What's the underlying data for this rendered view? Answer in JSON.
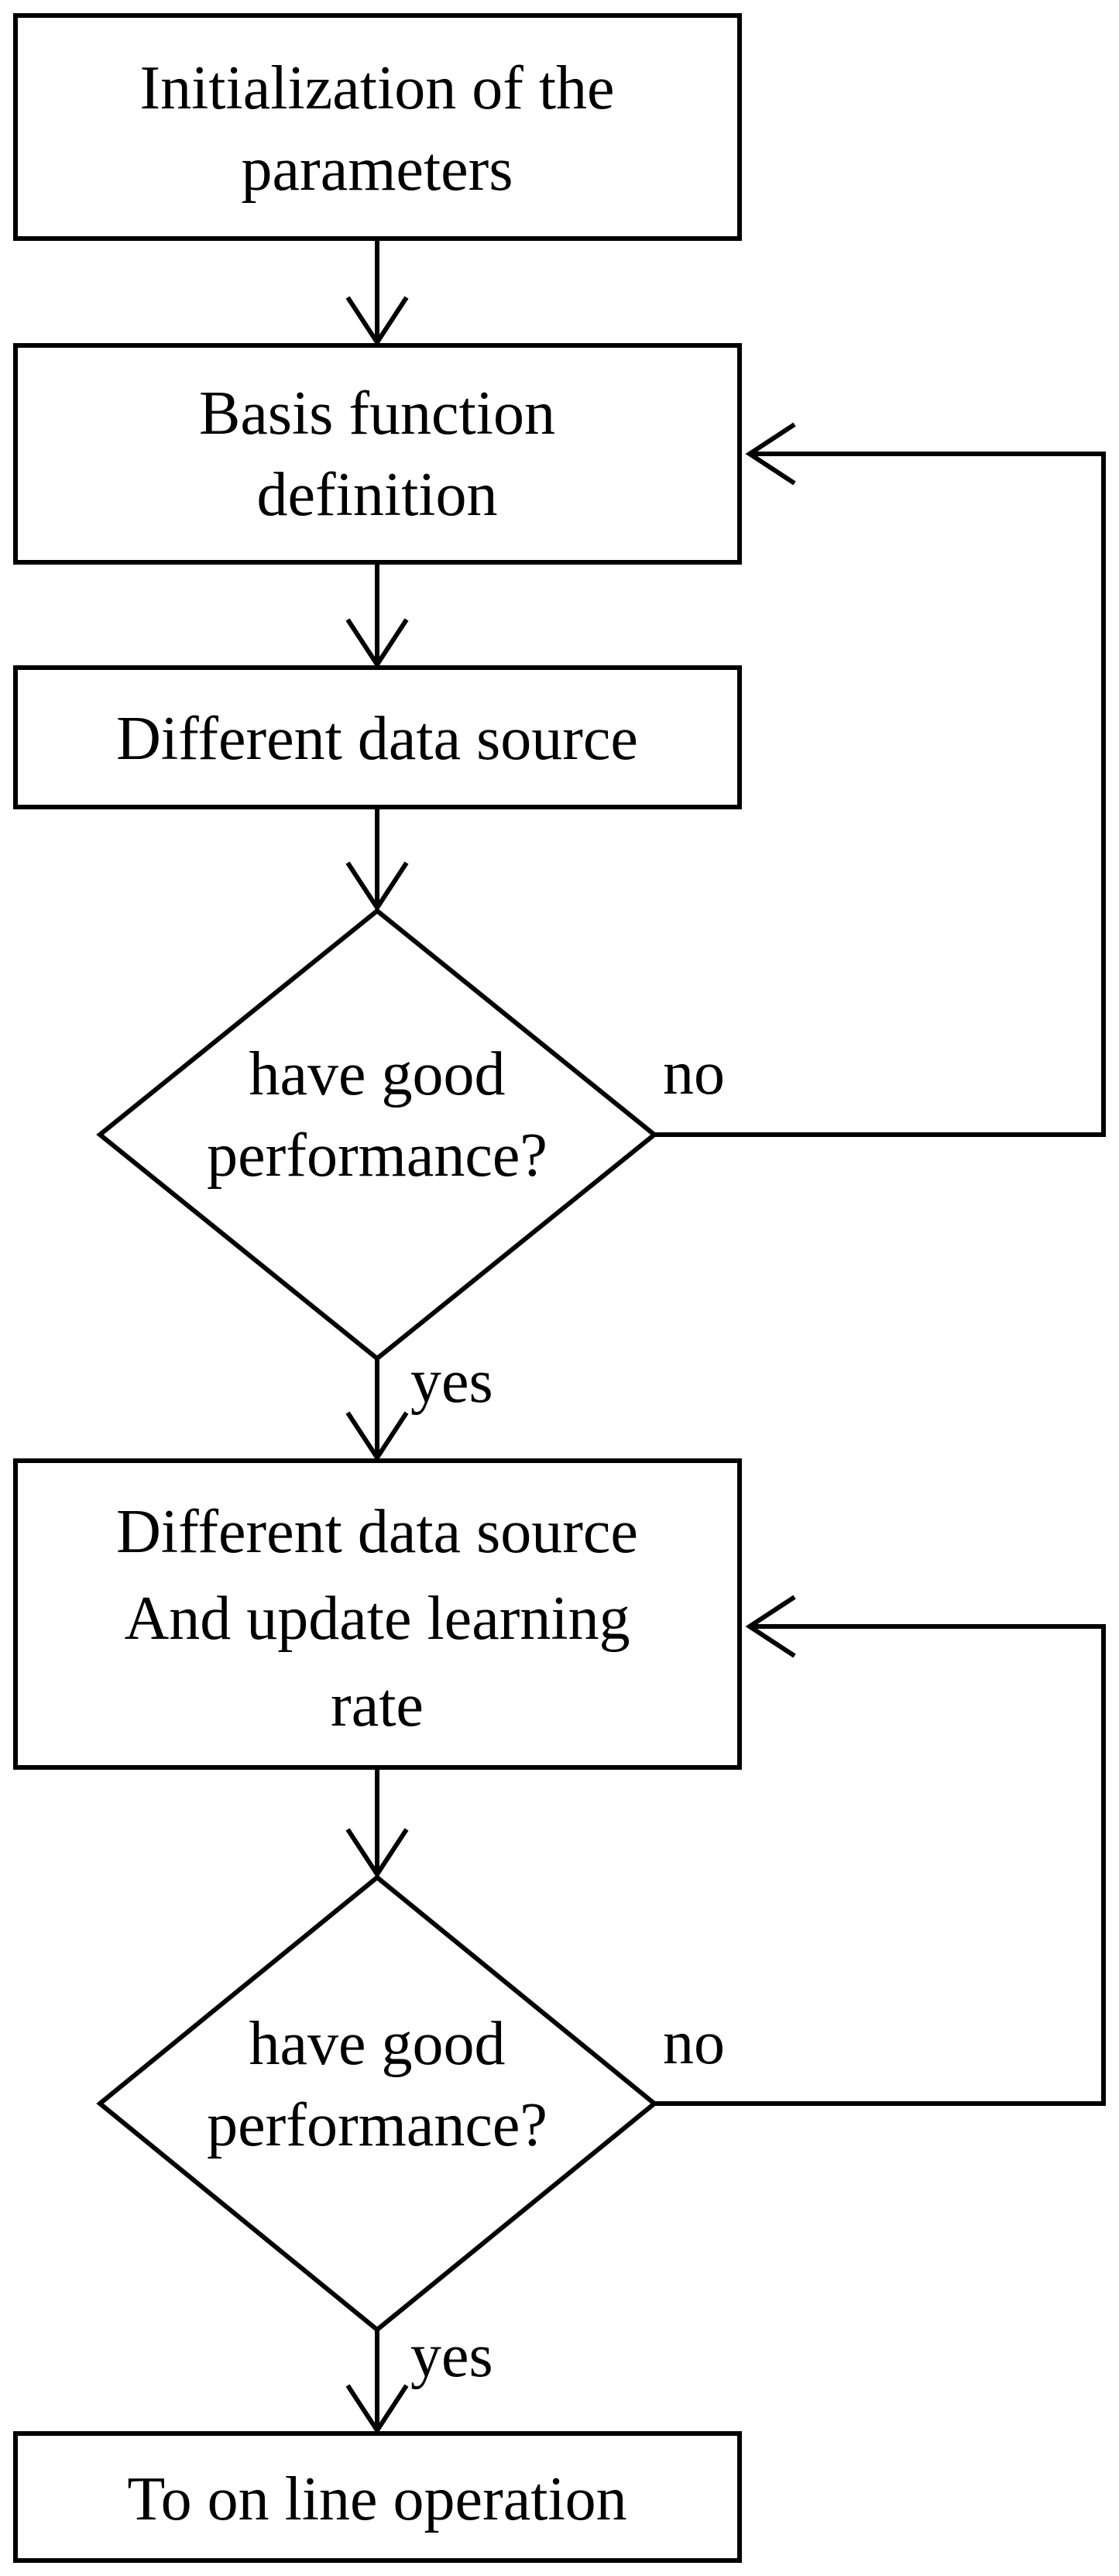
{
  "colors": {
    "background": "#ffffff",
    "stroke": "#000000",
    "text": "#000000"
  },
  "nodes": {
    "init": {
      "line1": "Initialization  of the",
      "line2": "parameters"
    },
    "basis": {
      "line1": "Basis function",
      "line2": "definition"
    },
    "data_source_1": {
      "line1": "Different  data source"
    },
    "decision_1": {
      "line1": "have good",
      "line2": "performance?"
    },
    "data_source_2": {
      "line1": "Different  data source",
      "line2": "And update learning",
      "line3": "rate"
    },
    "decision_2": {
      "line1": "have good",
      "line2": "performance?"
    },
    "online": {
      "line1": "To on line operation"
    }
  },
  "edges": {
    "decision_1_no": "no",
    "decision_1_yes": "yes",
    "decision_2_no": "no",
    "decision_2_yes": "yes"
  }
}
